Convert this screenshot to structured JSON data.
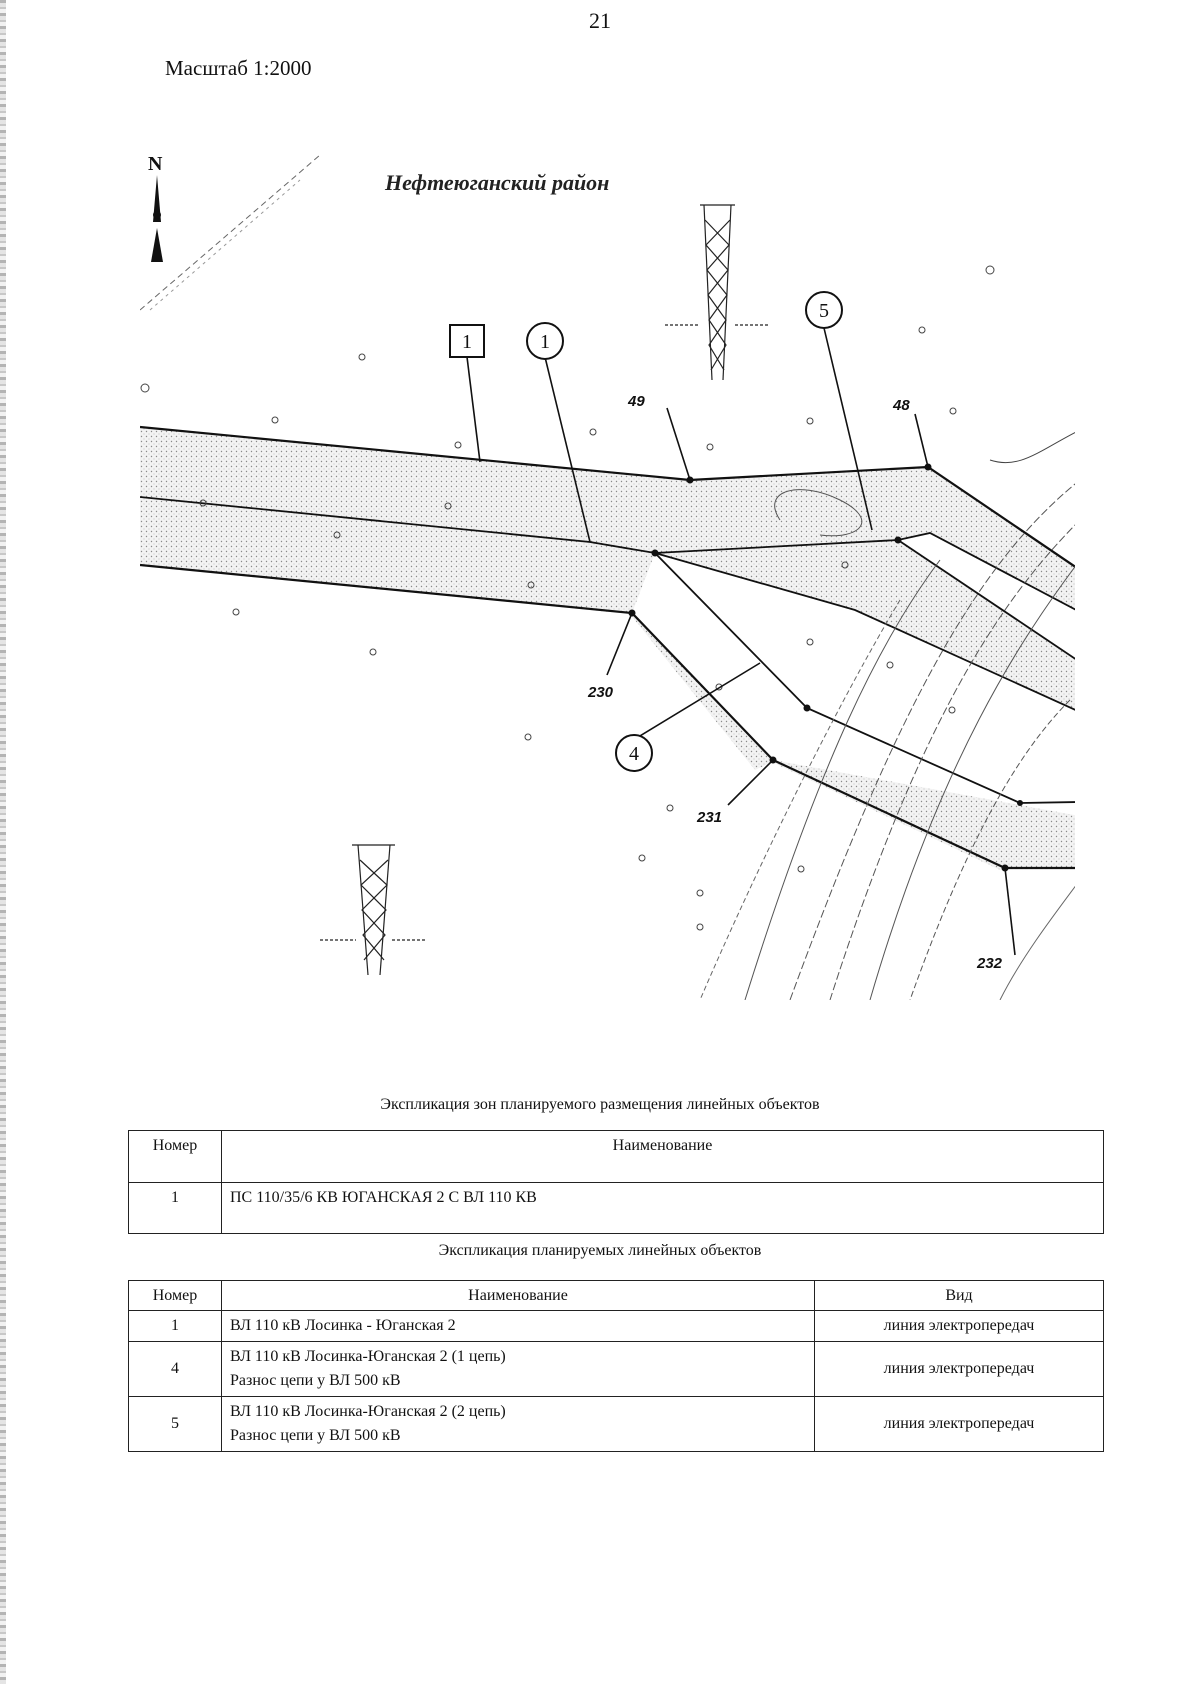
{
  "page_number": "21",
  "scale": "Масштаб 1:2000",
  "map": {
    "north": "N",
    "district": "Нефтеюганский район",
    "callouts": [
      {
        "text": "1",
        "shape": "square"
      },
      {
        "text": "1",
        "shape": "circle"
      },
      {
        "text": "5",
        "shape": "circle"
      },
      {
        "text": "4",
        "shape": "circle"
      }
    ],
    "points": [
      "49",
      "48",
      "230",
      "231",
      "232"
    ]
  },
  "zones_table": {
    "caption": "Экспликация зон планируемого размещения линейных объектов",
    "headers": [
      "Номер",
      "Наименование"
    ],
    "rows": [
      {
        "num": "1",
        "name": "ПС 110/35/6 КВ ЮГАНСКАЯ 2 С ВЛ 110 КВ"
      }
    ]
  },
  "objects_table": {
    "caption": "Экспликация планируемых линейных объектов",
    "headers": [
      "Номер",
      "Наименование",
      "Вид"
    ],
    "rows": [
      {
        "num": "1",
        "name": "ВЛ 110 кВ Лосинка - Юганская 2",
        "name2": "",
        "type": "линия электропередач"
      },
      {
        "num": "4",
        "name": "ВЛ 110 кВ Лосинка-Юганская 2 (1 цепь)",
        "name2": "Разнос цепи у ВЛ 500 кВ",
        "type": "линия электропередач"
      },
      {
        "num": "5",
        "name": "ВЛ 110 кВ Лосинка-Юганская 2 (2 цепь)",
        "name2": "Разнос цепи у ВЛ 500 кВ",
        "type": "линия электропередач"
      }
    ]
  }
}
